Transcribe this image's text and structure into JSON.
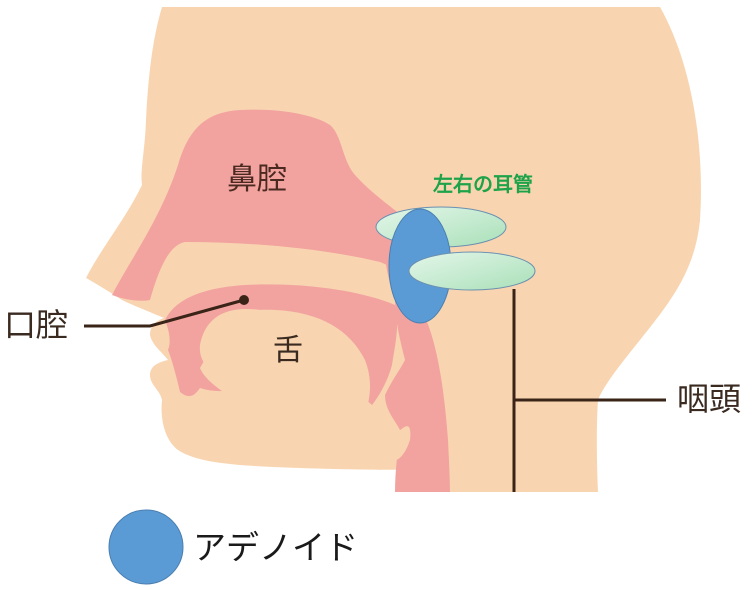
{
  "diagram": {
    "subject": "head cross-section (nasopharynx and adenoids)",
    "labels": {
      "nasal_cavity": "鼻腔",
      "oral_cavity": "口腔",
      "tongue": "舌",
      "pharynx": "咽頭",
      "eustachian_tubes": "左右の耳管"
    },
    "legend": {
      "items": [
        {
          "label": "アデノイド",
          "color": "#5b9bd5",
          "shape": "circle"
        }
      ]
    },
    "colors": {
      "skin": "#f8d5b0",
      "mucosa": "#f2a3a0",
      "adenoid": "#5b9bd5",
      "eustachian_tube": "#c5ecd0",
      "eustachian_label": "#1fa34a",
      "leader_line": "#3a2418"
    }
  }
}
